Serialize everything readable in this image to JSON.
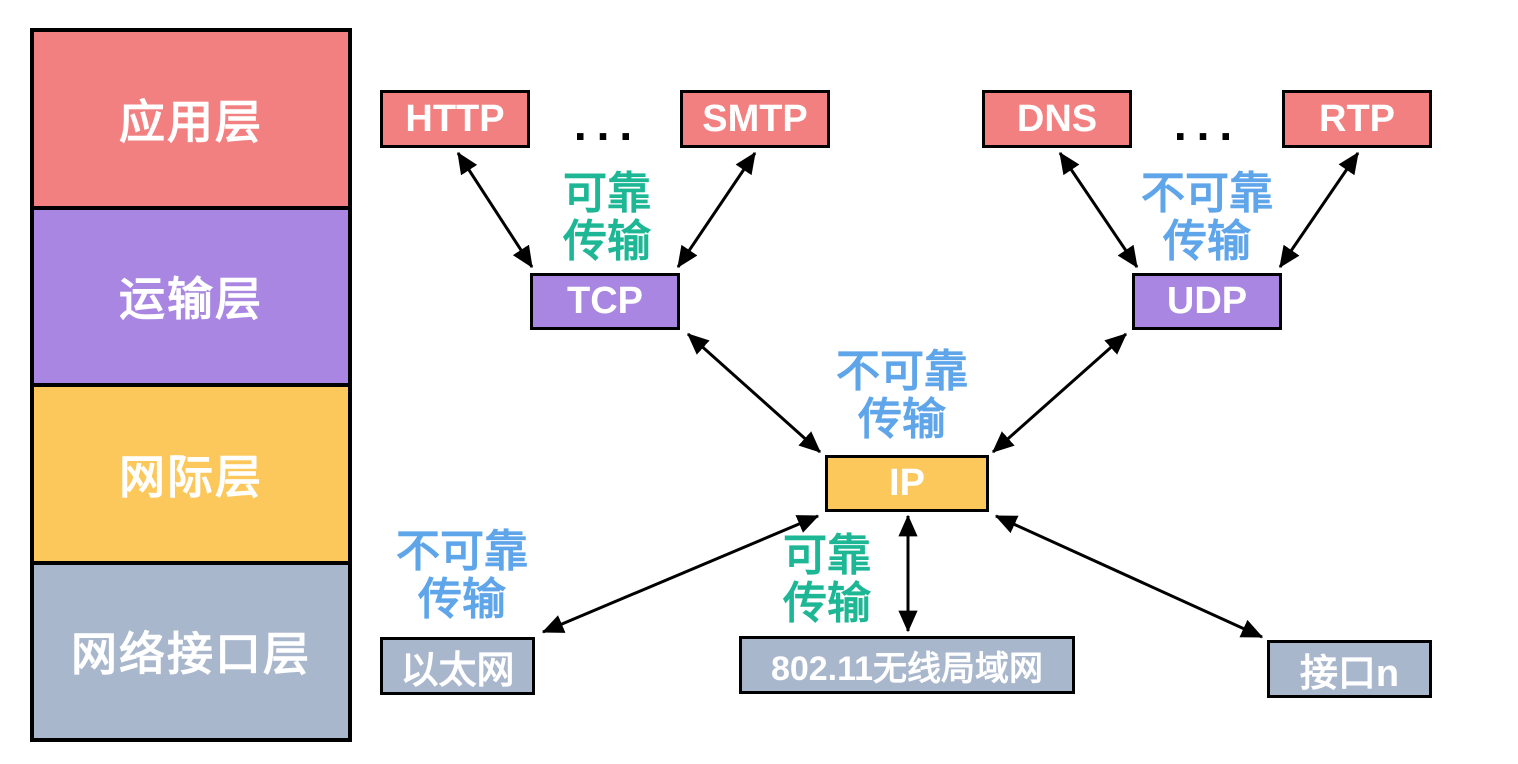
{
  "stack": {
    "layers": [
      {
        "label": "应用层"
      },
      {
        "label": "运输层"
      },
      {
        "label": "网际层"
      },
      {
        "label": "网络接口层"
      }
    ]
  },
  "protocols": {
    "http": "HTTP",
    "smtp": "SMTP",
    "dns": "DNS",
    "rtp": "RTP",
    "tcp": "TCP",
    "udp": "UDP",
    "ip": "IP",
    "ethernet": "以太网",
    "wlan": "802.11无线局域网",
    "interface_n": "接口n"
  },
  "ellipsis": "...",
  "link_labels": {
    "tcp_side": {
      "line1": "可靠",
      "line2": "传输"
    },
    "udp_side": {
      "line1": "不可靠",
      "line2": "传输"
    },
    "ip_top": {
      "line1": "不可靠",
      "line2": "传输"
    },
    "ethernet_side": {
      "line1": "不可靠",
      "line2": "传输"
    },
    "wlan_side": {
      "line1": "可靠",
      "line2": "传输"
    }
  },
  "colors": {
    "application_red": "#F38080",
    "transport_purple": "#A886E2",
    "internet_yellow": "#FCC85C",
    "interface_gray": "#A9B7CC",
    "reliable_green": "#1EB795",
    "unreliable_blue": "#5FA5EA",
    "outline_black": "#000000"
  }
}
